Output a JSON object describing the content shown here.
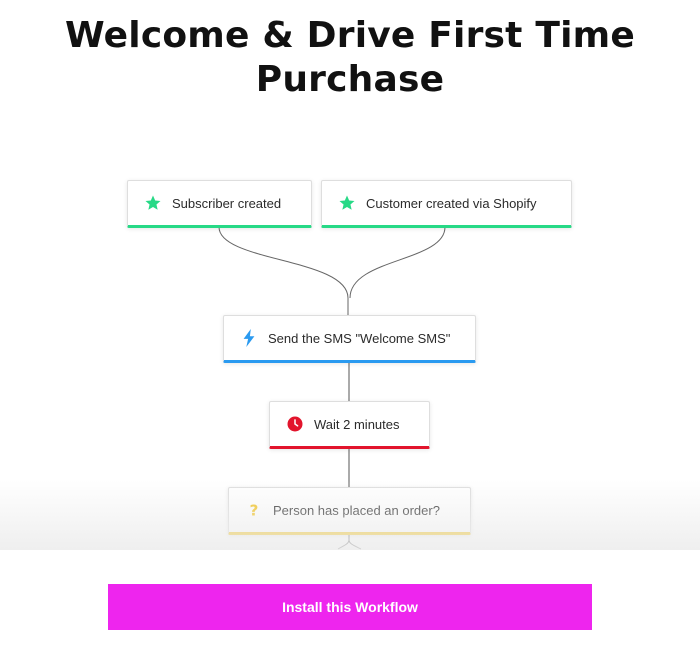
{
  "title": {
    "line1": "Welcome & Drive First Time",
    "line2": "Purchase"
  },
  "workflow": {
    "triggers": [
      {
        "label": "Subscriber created",
        "icon": "star-icon",
        "color": "#27d986"
      },
      {
        "label": "Customer created via Shopify",
        "icon": "star-icon",
        "color": "#27d986"
      }
    ],
    "steps": [
      {
        "label": "Send the SMS \"Welcome SMS\"",
        "icon": "lightning-icon",
        "color": "#2a9af0"
      },
      {
        "label": "Wait 2 minutes",
        "icon": "clock-icon",
        "color": "#e2142c"
      },
      {
        "label": "Person has placed an order?",
        "icon": "question-icon",
        "color": "#f2c21c"
      }
    ]
  },
  "install_button": {
    "label": "Install this Workflow",
    "color": "#ee25ee"
  }
}
